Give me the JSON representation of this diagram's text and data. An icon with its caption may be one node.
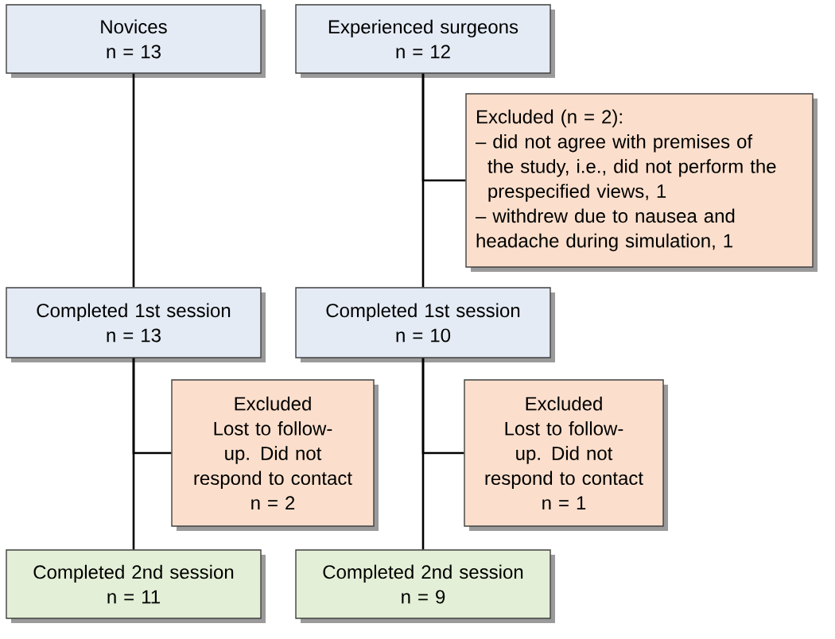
{
  "diagram": {
    "nodes": [
      {
        "text": [
          "Novices",
          "n = 13"
        ]
      },
      {
        "text": [
          "Experienced surgeons",
          "n = 12"
        ]
      },
      {
        "text": [
          "Excluded (n = 2):",
          "– did not agree with premises of the study, i.e., did not perform the prespecified views, 1",
          "– withdrew due to nausea and headache during simulation, 1"
        ]
      },
      {
        "text": [
          "Completed 1st session",
          "n = 13"
        ]
      },
      {
        "text": [
          "Completed 1st session",
          "n = 10"
        ]
      },
      {
        "text": [
          "Excluded",
          "Lost to follow-up. Did not respond to contact",
          "n = 2"
        ]
      },
      {
        "text": [
          "Excluded",
          "Lost to follow-up. Did not respond to contact",
          "n = 1"
        ]
      },
      {
        "text": [
          "Completed 2nd session",
          "n = 11"
        ]
      },
      {
        "text": [
          "Completed 2nd session",
          "n = 9"
        ]
      }
    ],
    "edges": [
      {
        "from": 0,
        "to": 3,
        "arrow": "none"
      },
      {
        "from": 1,
        "to": 4,
        "arrow": "none"
      },
      {
        "from": 1,
        "to": 2,
        "arrow": "none"
      },
      {
        "from": 3,
        "to": 7,
        "arrow": "none"
      },
      {
        "from": 3,
        "to": 5,
        "arrow": "none"
      },
      {
        "from": 4,
        "to": 8,
        "arrow": "none"
      },
      {
        "from": 4,
        "to": 6,
        "arrow": "none"
      }
    ]
  }
}
